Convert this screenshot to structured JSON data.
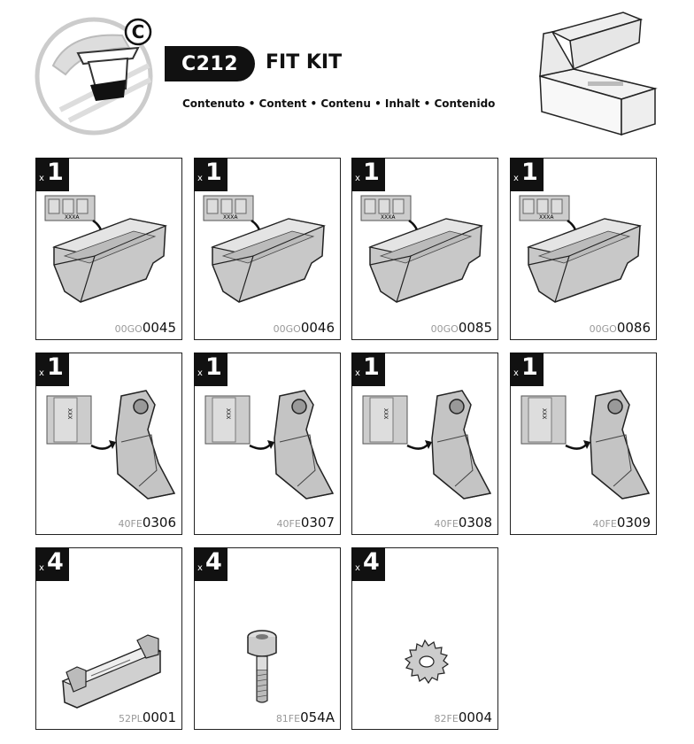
{
  "header": {
    "kit_code": "C212",
    "title": "FIT KIT",
    "subtitle": "Contenuto • Content • Contenu • Inhalt • Contenido",
    "logo_letter": "C"
  },
  "parts": [
    {
      "qty_prefix": "x",
      "qty": "1",
      "code_prefix": "00GO",
      "code": "0045",
      "label": "XXXA",
      "kind": "pad"
    },
    {
      "qty_prefix": "x",
      "qty": "1",
      "code_prefix": "00GO",
      "code": "0046",
      "label": "XXXA",
      "kind": "pad"
    },
    {
      "qty_prefix": "x",
      "qty": "1",
      "code_prefix": "00GO",
      "code": "0085",
      "label": "XXXA",
      "kind": "pad"
    },
    {
      "qty_prefix": "x",
      "qty": "1",
      "code_prefix": "00GO",
      "code": "0086",
      "label": "XXXA",
      "kind": "pad"
    },
    {
      "qty_prefix": "x",
      "qty": "1",
      "code_prefix": "40FE",
      "code": "0306",
      "label": "XXX",
      "kind": "bracket"
    },
    {
      "qty_prefix": "x",
      "qty": "1",
      "code_prefix": "40FE",
      "code": "0307",
      "label": "XXX",
      "kind": "bracket"
    },
    {
      "qty_prefix": "x",
      "qty": "1",
      "code_prefix": "40FE",
      "code": "0308",
      "label": "XXX",
      "kind": "bracket"
    },
    {
      "qty_prefix": "x",
      "qty": "1",
      "code_prefix": "40FE",
      "code": "0309",
      "label": "XXX",
      "kind": "bracket"
    },
    {
      "qty_prefix": "x",
      "qty": "4",
      "code_prefix": "52PL",
      "code": "0001",
      "kind": "clip"
    },
    {
      "qty_prefix": "x",
      "qty": "4",
      "code_prefix": "81FE",
      "code": "054A",
      "kind": "screw"
    },
    {
      "qty_prefix": "x",
      "qty": "4",
      "code_prefix": "82FE",
      "code": "0004",
      "kind": "washer"
    }
  ]
}
